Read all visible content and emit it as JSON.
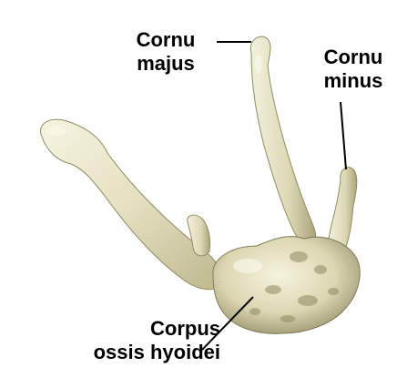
{
  "diagram": {
    "labels": {
      "cornu_majus": {
        "line1": "Cornu",
        "line2": "majus"
      },
      "cornu_minus": {
        "line1": "Cornu",
        "line2": "minus"
      },
      "corpus": {
        "line1": "Corpus",
        "line2": "ossis hyoidei"
      }
    },
    "colors": {
      "bone_base": "#e6e3c4",
      "bone_light": "#f4f2dd",
      "bone_shadow": "#b9b58e",
      "bone_dark": "#7f7b55",
      "leader_line": "#000000"
    }
  }
}
